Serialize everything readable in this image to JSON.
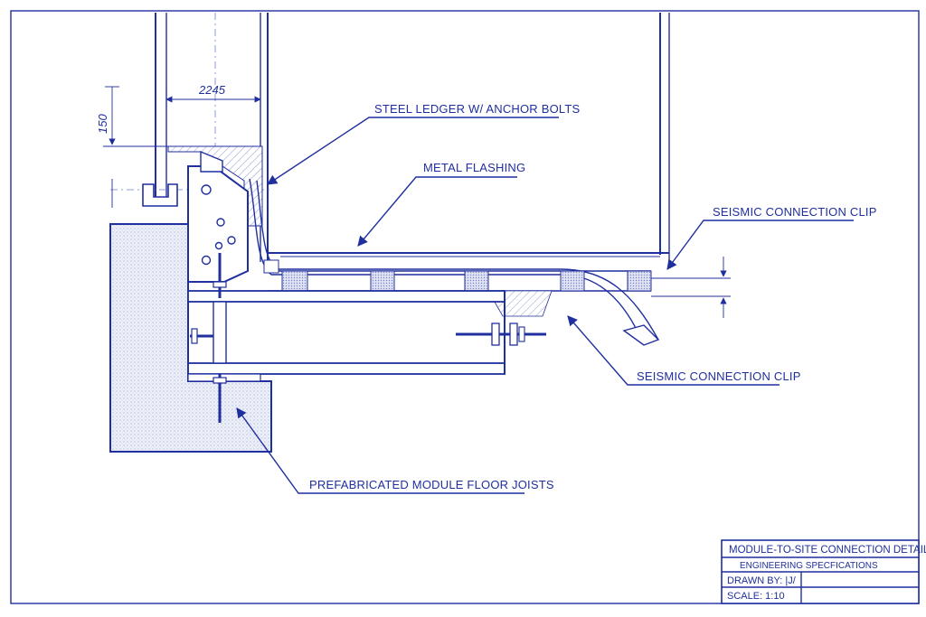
{
  "labels": {
    "ledger": "STEEL LEDGER W/ ANCHOR BOLTS",
    "flashing": "METAL FLASHING",
    "clip_top": "SEISMIC CONNECTION CLIP",
    "clip_bottom": "SEISMIC CONNECTION CLIP",
    "joists": "PREFABRICATED MODULE FLOOR JOISTS"
  },
  "dimensions": {
    "width": "2245",
    "height": "150"
  },
  "title_block": {
    "title": "MODULE-TO-SITE CONNECTION DETAIL",
    "subtitle": "ENGINEERING SPECFICATIONS",
    "drawn_by": "DRAWN BY: |J/",
    "scale": "SCALE: 1:10"
  },
  "colors": {
    "ink": "#1f2f9e",
    "paper": "#ffffff",
    "hatch": "#c9cde8"
  }
}
